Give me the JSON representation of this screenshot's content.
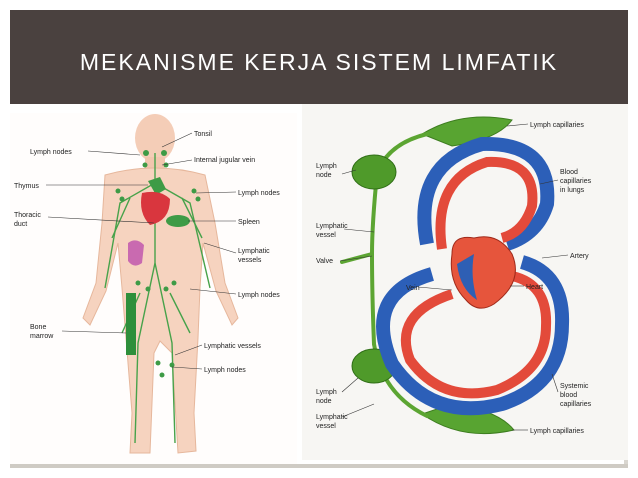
{
  "title": "MEKANISME KERJA SISTEM LIMFATIK",
  "left_labels": {
    "tonsil": "Tonsil",
    "lymph_nodes_1": "Lymph nodes",
    "internal_jugular": "Internal jugular vein",
    "thymus": "Thymus",
    "lymph_nodes_2": "Lymph nodes",
    "thoracic_duct_1": "Thoracic",
    "thoracic_duct_2": "duct",
    "spleen": "Spleen",
    "lymphatic_vessels_1": "Lymphatic",
    "lymphatic_vessels_2": "vessels",
    "lymph_nodes_3": "Lymph nodes",
    "bone_marrow_1": "Bone",
    "bone_marrow_2": "marrow",
    "lymphatic_vessels_3": "Lymphatic vessels",
    "lymph_nodes_4": "Lymph nodes"
  },
  "right_labels": {
    "lymph_capillaries_1": "Lymph capillaries",
    "lymph_node_1a": "Lymph",
    "lymph_node_1b": "node",
    "blood_capillaries_lungs_1": "Blood",
    "blood_capillaries_lungs_2": "capillaries",
    "blood_capillaries_lungs_3": "in lungs",
    "lymphatic_vessel_1a": "Lymphatic",
    "lymphatic_vessel_1b": "vessel",
    "valve": "Valve",
    "artery": "Artery",
    "vein": "Vein",
    "heart": "Heart",
    "lymph_node_2a": "Lymph",
    "lymph_node_2b": "node",
    "systemic_1": "Systemic",
    "systemic_2": "blood",
    "systemic_3": "capillaries",
    "lymphatic_vessel_2a": "Lymphatic",
    "lymphatic_vessel_2b": "vessel",
    "lymph_capillaries_2": "Lymph capillaries"
  }
}
